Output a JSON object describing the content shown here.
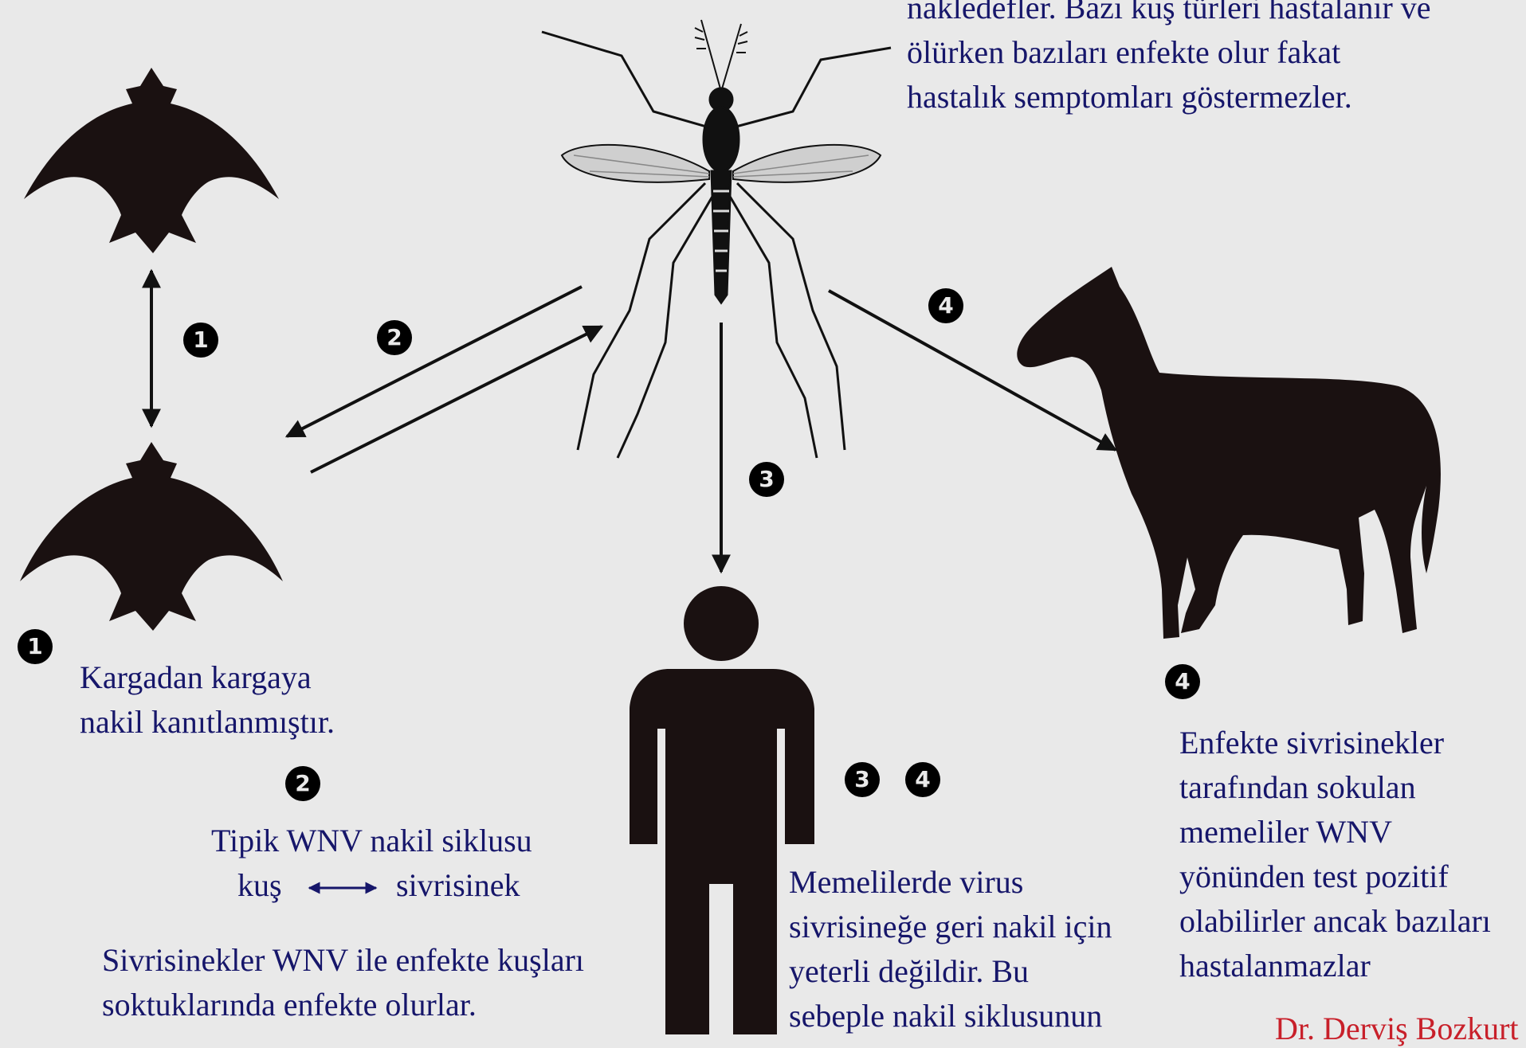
{
  "top_text": {
    "lines": "nakledefler. Bazı kuş türleri hastalanır ve\nölürken bazıları enfekte olur fakat\nhastalık semptomları göstermezler."
  },
  "badges": {
    "b1_diagram": "1",
    "b2_diagram": "2",
    "b3_diagram": "3",
    "b4_diagram": "4",
    "b1_legend": "1",
    "b2_legend": "2",
    "b3_legend": "3",
    "b4_legend_mid": "4",
    "b4_legend_right": "4"
  },
  "crow_text": "Kargadan kargaya\nnakil kanıtlanmıştır.",
  "cycle": {
    "title": "Tipik WNV nakil siklusu",
    "left": "kuş",
    "right": "sivrisinek"
  },
  "mosquito_text": "Sivrisinekler WNV ile enfekte kuşları\nsoktuklarında enfekte olurlar.",
  "mammal_text": "Memelilerde virus\nsivrisineğe geri nakil için\nyeterli değildir. Bu\nsebeple nakil siklusunun",
  "horse_text": "Enfekte sivrisinekler\ntarafından sokulan\nmemeliler WNV\nyönünden test pozitif\nolabilirler ancak bazıları\nhastalanmazlar",
  "corner_text": "Dr. Derviş Bozkurt"
}
